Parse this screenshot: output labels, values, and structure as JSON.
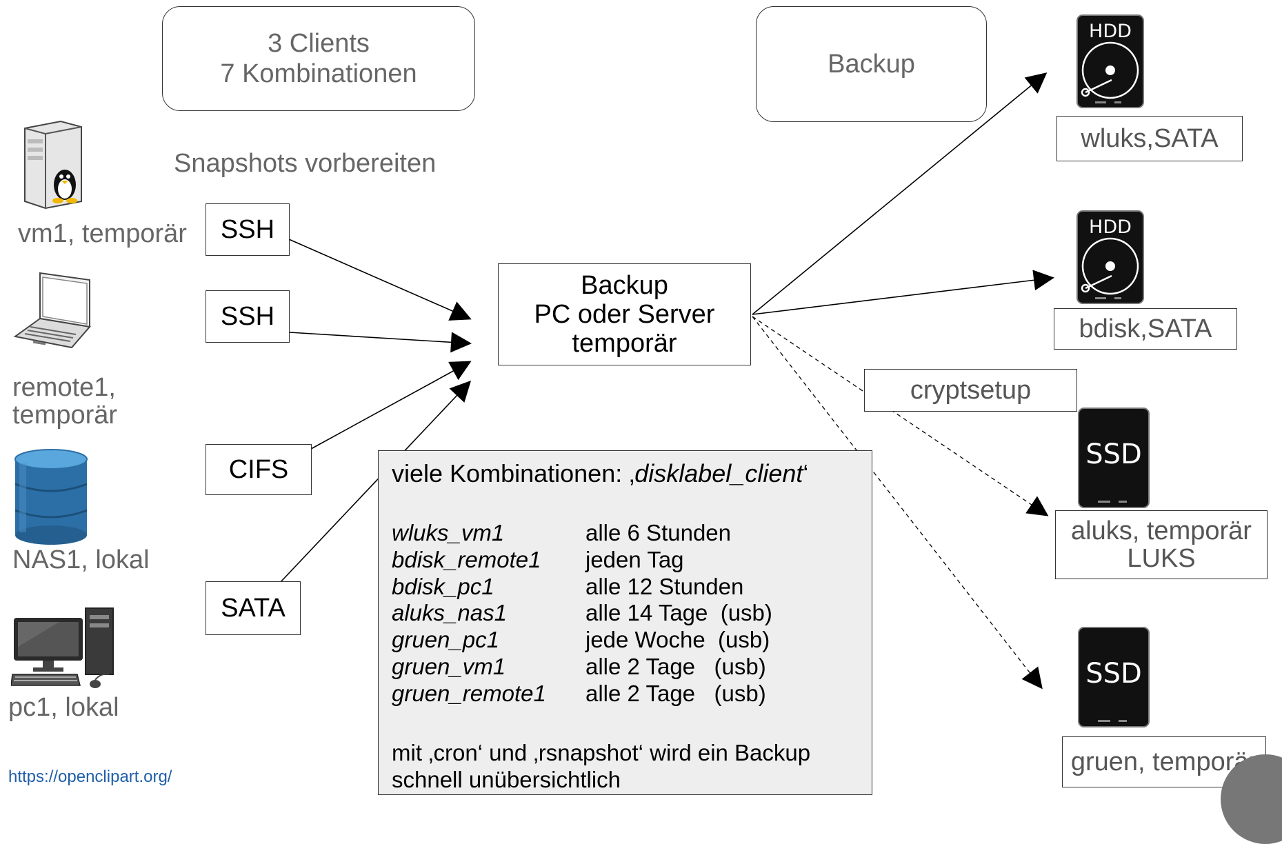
{
  "header_left": {
    "line1": "3 Clients",
    "line2": "7 Kombinationen"
  },
  "header_right": {
    "label": "Backup"
  },
  "snapshots_label": "Snapshots vorbereiten",
  "clients": [
    {
      "name": "vm1, temporär",
      "icon": "linux-server-icon"
    },
    {
      "name_line1": "remote1,",
      "name_line2": "temporär",
      "icon": "laptop-icon"
    },
    {
      "name": "NAS1, lokal",
      "icon": "database-icon"
    },
    {
      "name": "pc1, lokal",
      "icon": "desktop-pc-icon"
    }
  ],
  "protocols": [
    "SSH",
    "SSH",
    "CIFS",
    "SATA"
  ],
  "server": {
    "line1": "Backup",
    "line2": "PC oder Server",
    "line3": "temporär"
  },
  "connector_label": "cryptsetup",
  "disks": [
    {
      "label": "wluks,SATA",
      "icon_text": "HDD"
    },
    {
      "label": "bdisk,SATA",
      "icon_text": "HDD"
    },
    {
      "label_line1": "aluks, temporär",
      "label_line2": "LUKS",
      "icon_text": "SSD"
    },
    {
      "label": "gruen, temporär",
      "icon_text": "SSD"
    }
  ],
  "note": {
    "title_prefix": "viele Kombinationen: ‚",
    "title_italic": "disklabel_client",
    "title_suffix": "‘",
    "rows": [
      {
        "key": "wluks_vm1",
        "schedule": "alle 6 Stunden"
      },
      {
        "key": "bdisk_remote1",
        "schedule": "jeden Tag"
      },
      {
        "key": "bdisk_pc1",
        "schedule": "alle 12 Stunden"
      },
      {
        "key": "aluks_nas1",
        "schedule": "alle 14 Tage  (usb)"
      },
      {
        "key": "gruen_pc1",
        "schedule": "jede Woche  (usb)"
      },
      {
        "key": "gruen_vm1",
        "schedule": "alle 2 Tage   (usb)"
      },
      {
        "key": "gruen_remote1",
        "schedule": "alle 2 Tage   (usb)"
      }
    ],
    "footer_line1": "mit ‚cron‘ und ‚rsnapshot‘ wird ein Backup",
    "footer_line2": "schnell unübersichtlich"
  },
  "credit_url": "https://openclipart.org/",
  "colors": {
    "label_gray": "#666666",
    "note_bg": "#eeeeee",
    "link": "#1f5fa8"
  }
}
